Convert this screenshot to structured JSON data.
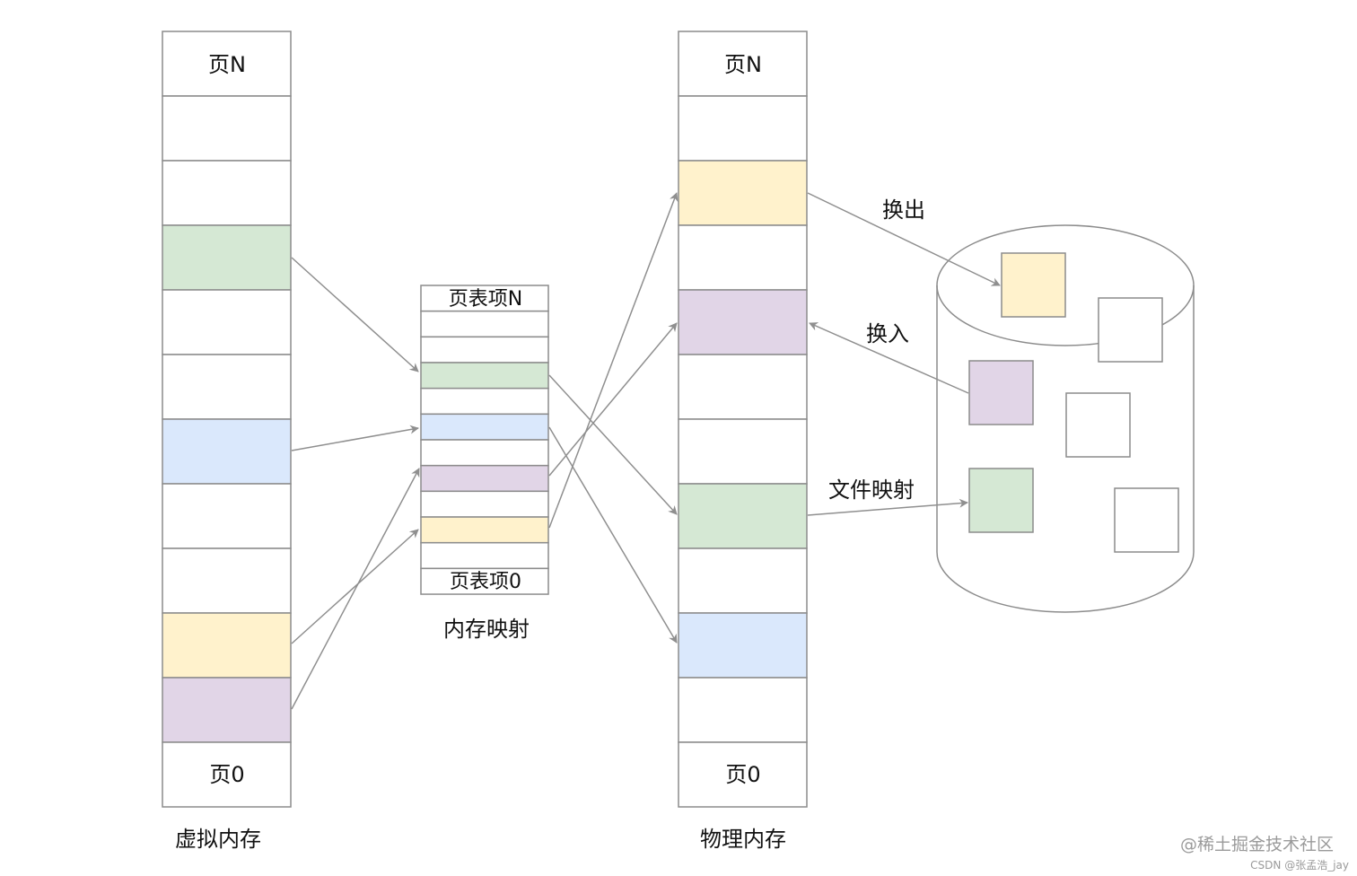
{
  "colors": {
    "green": "#d5e8d4",
    "blue": "#dae8fc",
    "purple": "#e1d5e7",
    "yellow": "#fff2cc",
    "empty": "#ffffff",
    "border": "#8c8c8c",
    "arrow": "#8f8f8f"
  },
  "virtual_memory": {
    "caption": "虚拟内存",
    "top_label": "页N",
    "bottom_label": "页0",
    "cells": [
      "label-top",
      "empty",
      "empty",
      "green",
      "empty",
      "empty",
      "blue",
      "empty",
      "empty",
      "yellow",
      "purple",
      "label-bottom"
    ]
  },
  "page_table": {
    "caption": "内存映射",
    "top_label": "页表项N",
    "bottom_label": "页表项0",
    "rows": [
      "label-top",
      "empty",
      "empty",
      "green",
      "empty",
      "blue",
      "empty",
      "purple",
      "empty",
      "yellow",
      "empty",
      "label-bottom"
    ]
  },
  "physical_memory": {
    "caption": "物理内存",
    "top_label": "页N",
    "bottom_label": "页0",
    "cells": [
      "label-top",
      "empty",
      "yellow",
      "empty",
      "purple",
      "empty",
      "empty",
      "green",
      "empty",
      "blue",
      "empty",
      "label-bottom"
    ]
  },
  "disk": {
    "boxes": [
      "yellow",
      "empty",
      "purple",
      "empty",
      "green",
      "empty"
    ]
  },
  "labels": {
    "swap_out": "换出",
    "swap_in": "换入",
    "file_mapping": "文件映射"
  },
  "watermark": {
    "site": "@稀土掘金技术社区",
    "author": "CSDN @张孟浩_jay"
  }
}
